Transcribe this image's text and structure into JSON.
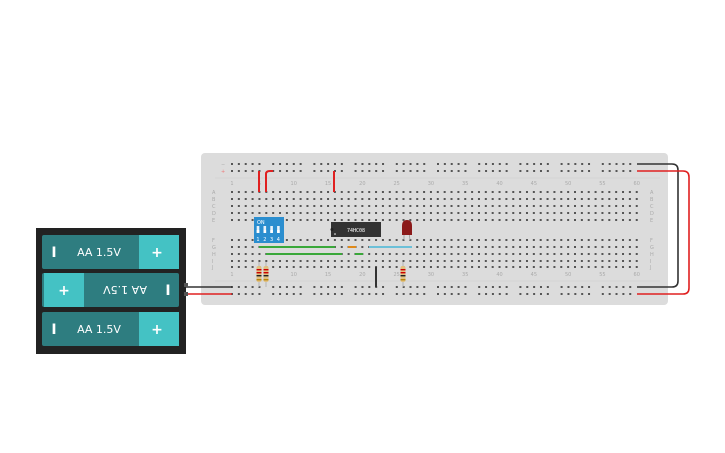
{
  "canvas": {
    "background": "#ffffff"
  },
  "breadboard": {
    "color": "#dcdcdc",
    "rail_minus": "−",
    "rail_plus": "+",
    "column_labels": [
      "1",
      "5",
      "10",
      "15",
      "20",
      "25",
      "30",
      "35",
      "40",
      "45",
      "50",
      "55",
      "60"
    ],
    "row_labels_top": [
      "A",
      "B",
      "C",
      "D",
      "E"
    ],
    "row_labels_bottom": [
      "F",
      "G",
      "H",
      "I",
      "J"
    ]
  },
  "components": {
    "dip_switch": {
      "label": "ON",
      "positions": [
        "1",
        "2",
        "3",
        "4"
      ],
      "color": "#2b8ecf"
    },
    "ic": {
      "label": "74HC08",
      "color": "#333333"
    },
    "led": {
      "color": "#8b1a1a"
    },
    "battery_pack": {
      "cells": [
        {
          "label": "AA 1.5V",
          "minus": "I",
          "plus": "+"
        },
        {
          "label": "AA 1.5V",
          "minus": "I",
          "plus": "+"
        },
        {
          "label": "AA 1.5V",
          "minus": "I",
          "plus": "+"
        }
      ],
      "cell_color": "#2e7d80",
      "terminal_color": "#44c2c4"
    }
  },
  "wire_colors": {
    "red": "#e02020",
    "black": "#333333",
    "green": "#3aa83a",
    "orange": "#e08a1a",
    "blue": "#6cc0d8"
  }
}
